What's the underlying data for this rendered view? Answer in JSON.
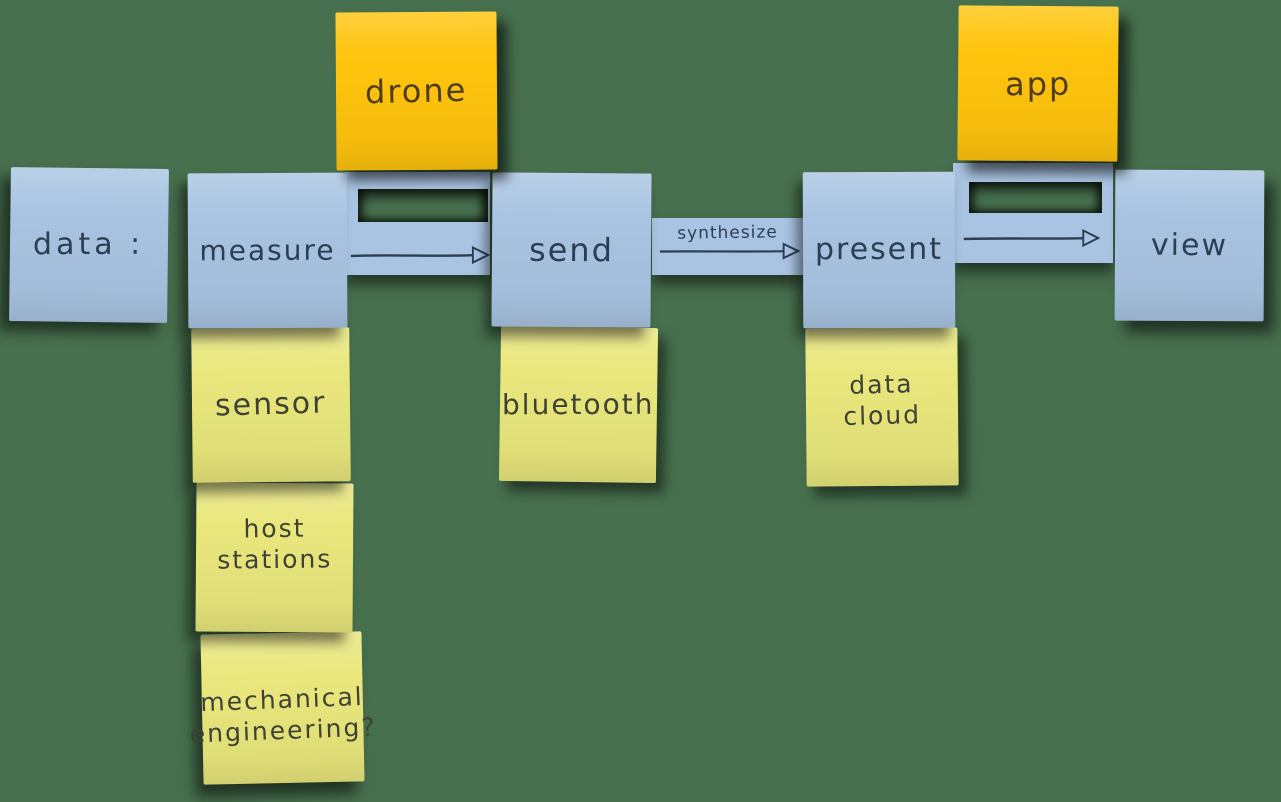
{
  "board": {
    "background": "#47704E"
  },
  "colors": {
    "note_blue": "#A9C4E2",
    "note_gold": "#FFC40D",
    "note_yellow": "#E9E77C",
    "ink_blue_note": "#2C3E52",
    "ink_yellow_note": "#3E4234",
    "ink_gold_note": "#4E3D1D"
  },
  "top_row": {
    "drone": {
      "label": "drone"
    },
    "app": {
      "label": "app"
    }
  },
  "flow_row": {
    "data": {
      "label": "data :"
    },
    "measure": {
      "label": "measure"
    },
    "send": {
      "label": "send"
    },
    "present": {
      "label": "present"
    },
    "view": {
      "label": "view"
    }
  },
  "connectors": {
    "send_to_present": {
      "label": "synthesize"
    }
  },
  "sub_notes": {
    "sensor": {
      "label": "sensor"
    },
    "host_stations": {
      "line1": "host",
      "line2": "stations"
    },
    "mechanical": {
      "line1": "mechanical",
      "line2": "engineering?"
    },
    "bluetooth": {
      "label": "bluetooth"
    },
    "data_cloud": {
      "line1": "data",
      "line2": "cloud"
    }
  }
}
